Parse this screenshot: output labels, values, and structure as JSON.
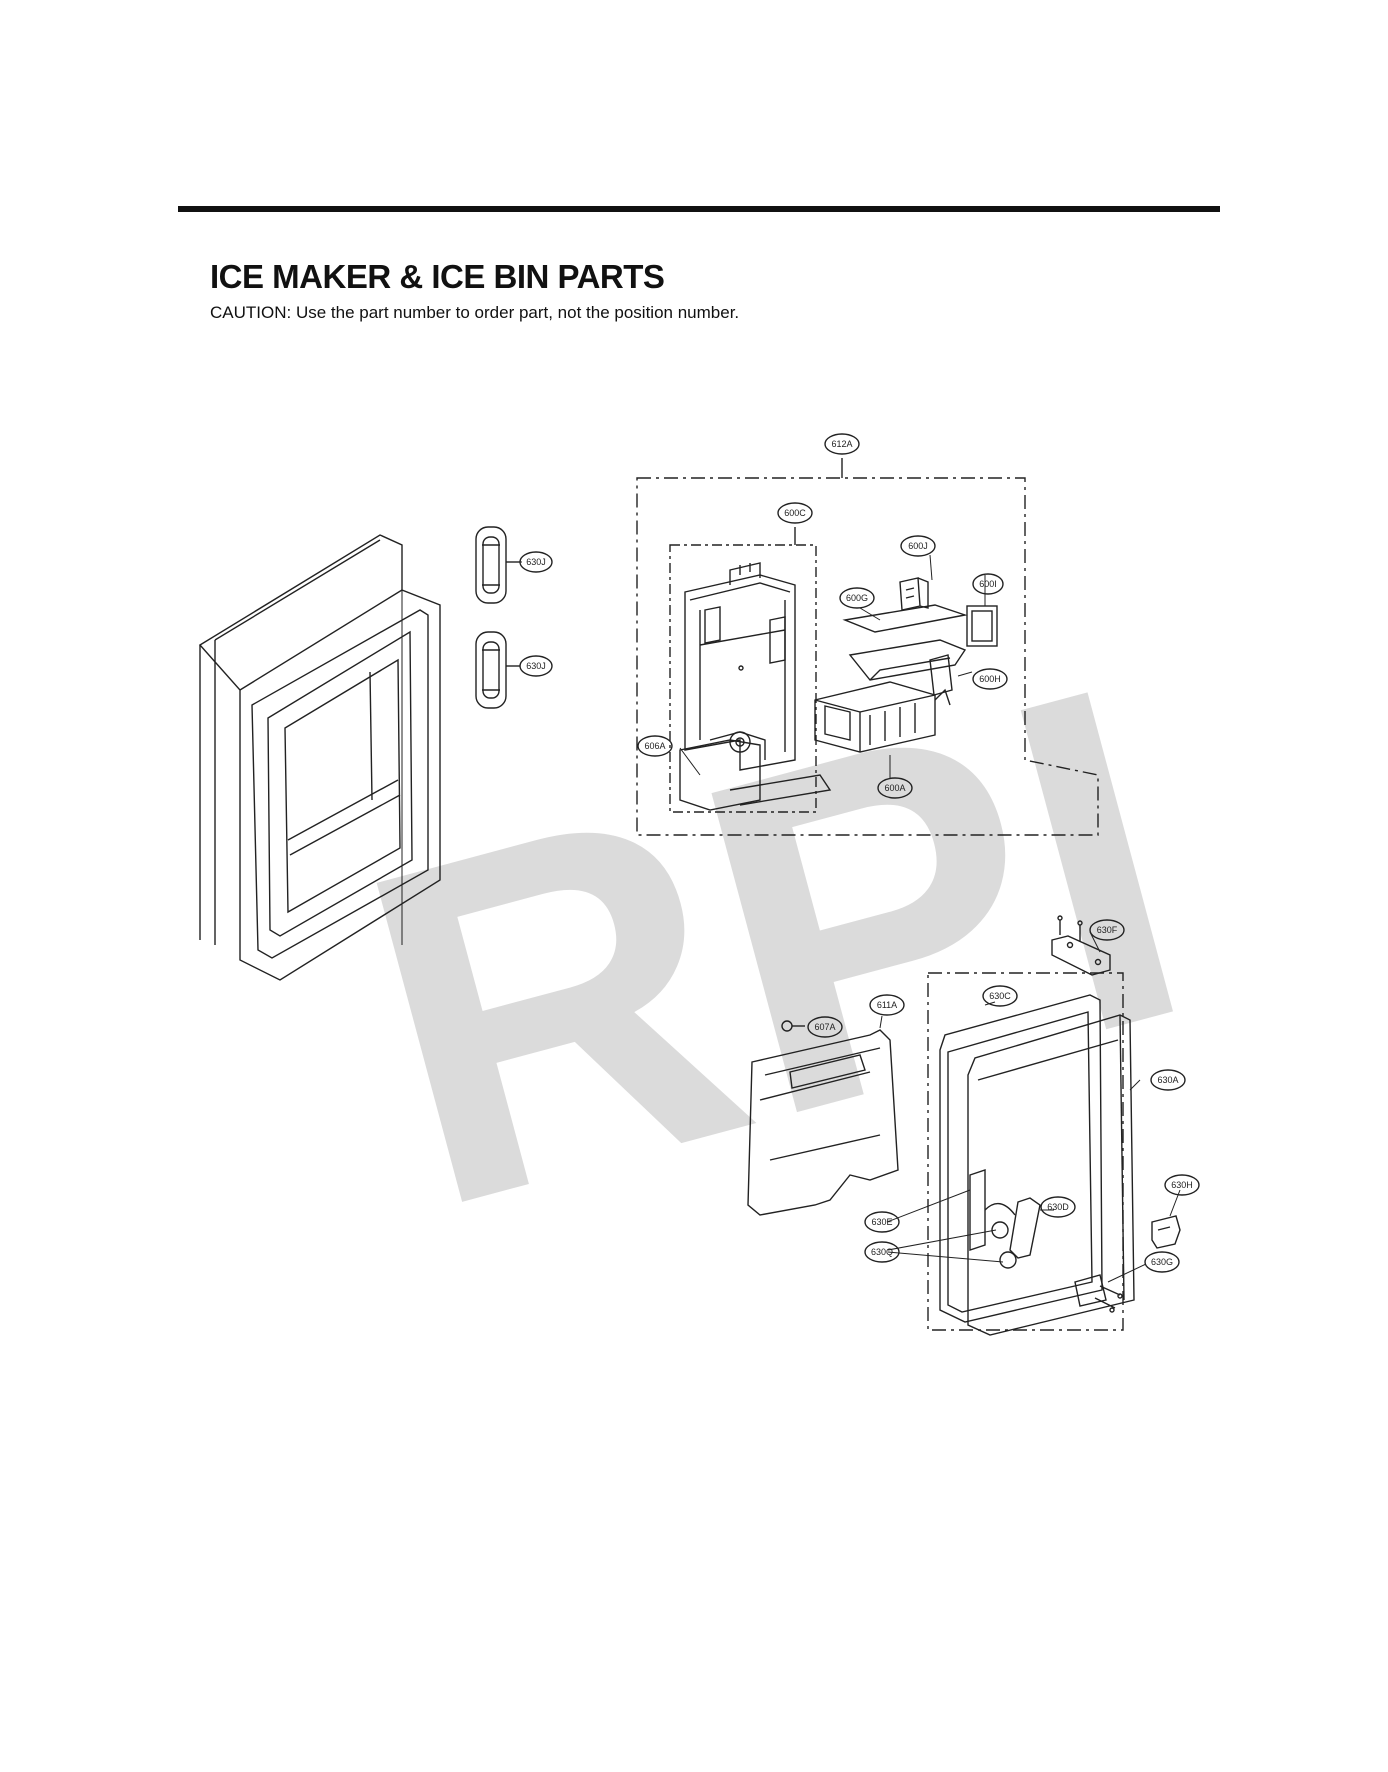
{
  "page": {
    "title": "ICE MAKER & ICE BIN PARTS",
    "caution": "CAUTION: Use the part number to order part, not the position number."
  },
  "watermark": {
    "text": "RPI",
    "color": "#cfcfcf"
  },
  "callouts": {
    "c612A": "612A",
    "c600C": "600C",
    "c600J": "600J",
    "c600G": "600G",
    "c600I": "600I",
    "c600H": "600H",
    "c606A": "606A",
    "c600A": "600A",
    "c630J_top": "630J",
    "c630J_bottom": "630J",
    "c630F": "630F",
    "c630C": "630C",
    "c611A": "611A",
    "c607A": "607A",
    "c630A": "630A",
    "c630H": "630H",
    "c630D": "630D",
    "c630E": "630E",
    "c630Q": "630Q",
    "c630G": "630G"
  }
}
